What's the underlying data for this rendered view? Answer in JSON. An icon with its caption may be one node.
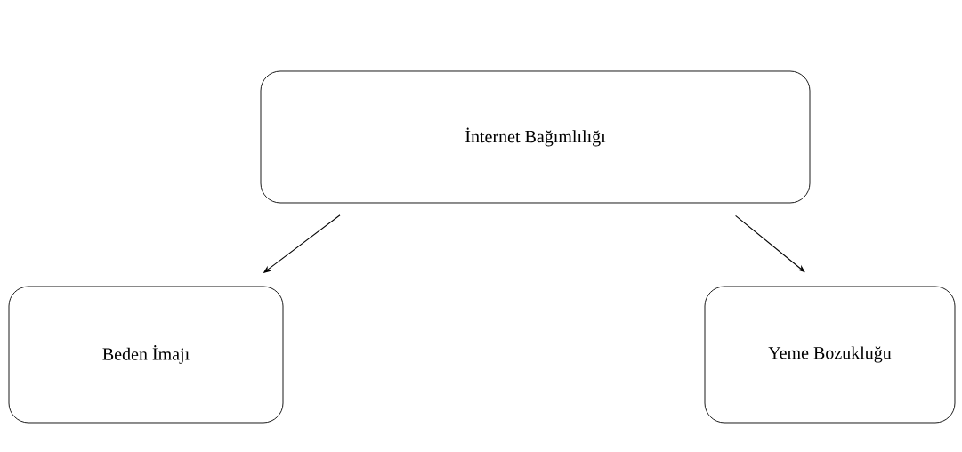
{
  "diagram": {
    "nodes": [
      {
        "text": [
          "İnternet Bağımlılığı"
        ]
      },
      {
        "text": [
          "Beden İmajı"
        ]
      },
      {
        "text": [
          "Yeme Bozukluğu"
        ]
      }
    ],
    "edges": [
      {
        "from": 0,
        "to": 1,
        "arrow": "to"
      },
      {
        "from": 0,
        "to": 2,
        "arrow": "to"
      }
    ]
  }
}
